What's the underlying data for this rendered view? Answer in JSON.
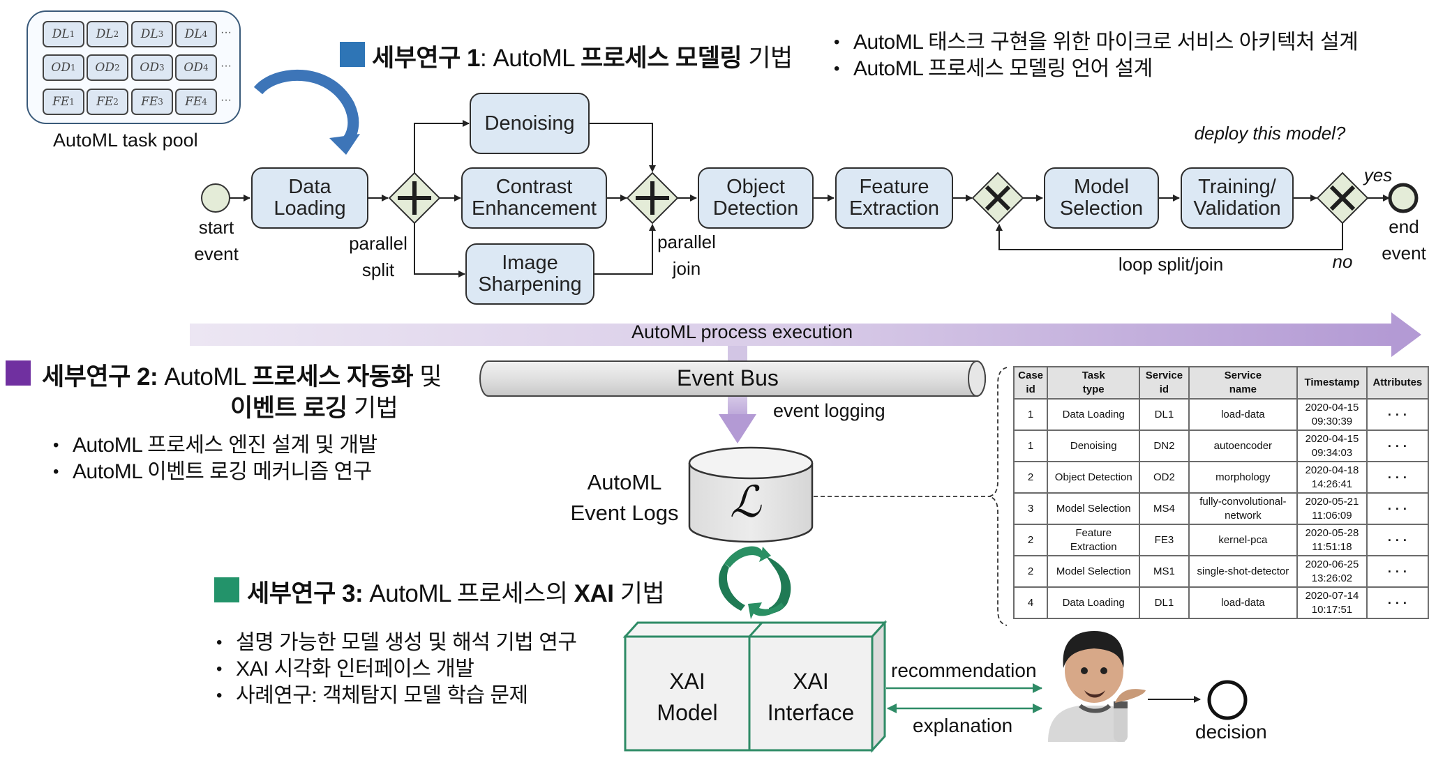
{
  "task_pool": {
    "label": "AutoML task pool",
    "rows": [
      [
        {
          "base": "DL",
          "sub": "1"
        },
        {
          "base": "DL",
          "sub": "2"
        },
        {
          "base": "DL",
          "sub": "3"
        },
        {
          "base": "DL",
          "sub": "4"
        }
      ],
      [
        {
          "base": "OD",
          "sub": "1"
        },
        {
          "base": "OD",
          "sub": "2"
        },
        {
          "base": "OD",
          "sub": "3"
        },
        {
          "base": "OD",
          "sub": "4"
        }
      ],
      [
        {
          "base": "FE",
          "sub": "1"
        },
        {
          "base": "FE",
          "sub": "2"
        },
        {
          "base": "FE",
          "sub": "3"
        },
        {
          "base": "FE",
          "sub": "4"
        }
      ]
    ],
    "ellipsis": "···"
  },
  "research1": {
    "color": "#2e75b6",
    "title_bold_1": "세부연구 1",
    "title_plain_1": ": AutoML ",
    "title_bold_2": "프로세스 모델링",
    "title_plain_2": " 기법",
    "bullets": [
      "AutoML 태스크 구현을 위한 마이크로 서비스 아키텍처 설계",
      "AutoML 프로세스 모델링 언어 설계"
    ]
  },
  "process": {
    "start_label": "start\nevent",
    "end_label": "end\nevent",
    "tasks": {
      "data_loading": "Data\nLoading",
      "denoising": "Denoising",
      "contrast": "Contrast\nEnhancement",
      "sharpening": "Image\nSharpening",
      "object_detection": "Object\nDetection",
      "feature_extraction": "Feature\nExtraction",
      "model_selection": "Model\nSelection",
      "training": "Training/\nValidation"
    },
    "parallel_split": "parallel\nsplit",
    "parallel_join": "parallel\njoin",
    "loop_label": "loop split/join",
    "decision_question": "deploy this model?",
    "yes": "yes",
    "no": "no",
    "gateway_fill": "#e4ecd8",
    "task_fill": "#dce8f4"
  },
  "execution_arrow": {
    "label": "AutoML process execution",
    "color": "#b39ad4"
  },
  "research2": {
    "color": "#7030a0",
    "title_bold_1": "세부연구 2:",
    "title_plain_1": " AutoML ",
    "title_bold_2": "프로세스 자동화",
    "title_plain_2": " 및",
    "title_bold_3": "이벤트 로깅",
    "title_plain_3": " 기법",
    "bullets": [
      "AutoML 프로세스 엔진 설계 및 개발",
      "AutoML 이벤트 로깅 메커니즘 연구"
    ]
  },
  "event_bus": {
    "label": "Event Bus",
    "logging_label": "event logging"
  },
  "event_logs": {
    "label": "AutoML\nEvent Logs",
    "symbol": "ℒ"
  },
  "log_table": {
    "headers": [
      "Case\nid",
      "Task\ntype",
      "Service\nid",
      "Service\nname",
      "Timestamp",
      "Attributes"
    ],
    "rows": [
      [
        "1",
        "Data Loading",
        "DL1",
        "load-data",
        "2020-04-15\n09:30:39",
        "· · ·"
      ],
      [
        "1",
        "Denoising",
        "DN2",
        "autoencoder",
        "2020-04-15\n09:34:03",
        "· · ·"
      ],
      [
        "2",
        "Object Detection",
        "OD2",
        "morphology",
        "2020-04-18\n14:26:41",
        "· · ·"
      ],
      [
        "3",
        "Model Selection",
        "MS4",
        "fully-convolutional-\nnetwork",
        "2020-05-21\n11:06:09",
        "· · ·"
      ],
      [
        "2",
        "Feature\nExtraction",
        "FE3",
        "kernel-pca",
        "2020-05-28\n11:51:18",
        "· · ·"
      ],
      [
        "2",
        "Model Selection",
        "MS1",
        "single-shot-detector",
        "2020-06-25\n13:26:02",
        "· · ·"
      ],
      [
        "4",
        "Data Loading",
        "DL1",
        "load-data",
        "2020-07-14\n10:17:51",
        "· · ·"
      ]
    ]
  },
  "research3": {
    "color": "#23936a",
    "title_bold_1": "세부연구 3:",
    "title_plain_1": " AutoML 프로세스의 ",
    "title_bold_2": "XAI",
    "title_plain_2": " 기법",
    "bullets": [
      "설명 가능한 모델 생성 및 해석 기법 연구",
      "XAI 시각화 인터페이스 개발",
      "사례연구: 객체탐지 모델 학습 문제"
    ]
  },
  "xai": {
    "model_label": "XAI\nModel",
    "interface_label": "XAI\nInterface",
    "recommendation": "recommendation",
    "explanation": "explanation",
    "decision": "decision",
    "color": "#2e8b66"
  }
}
